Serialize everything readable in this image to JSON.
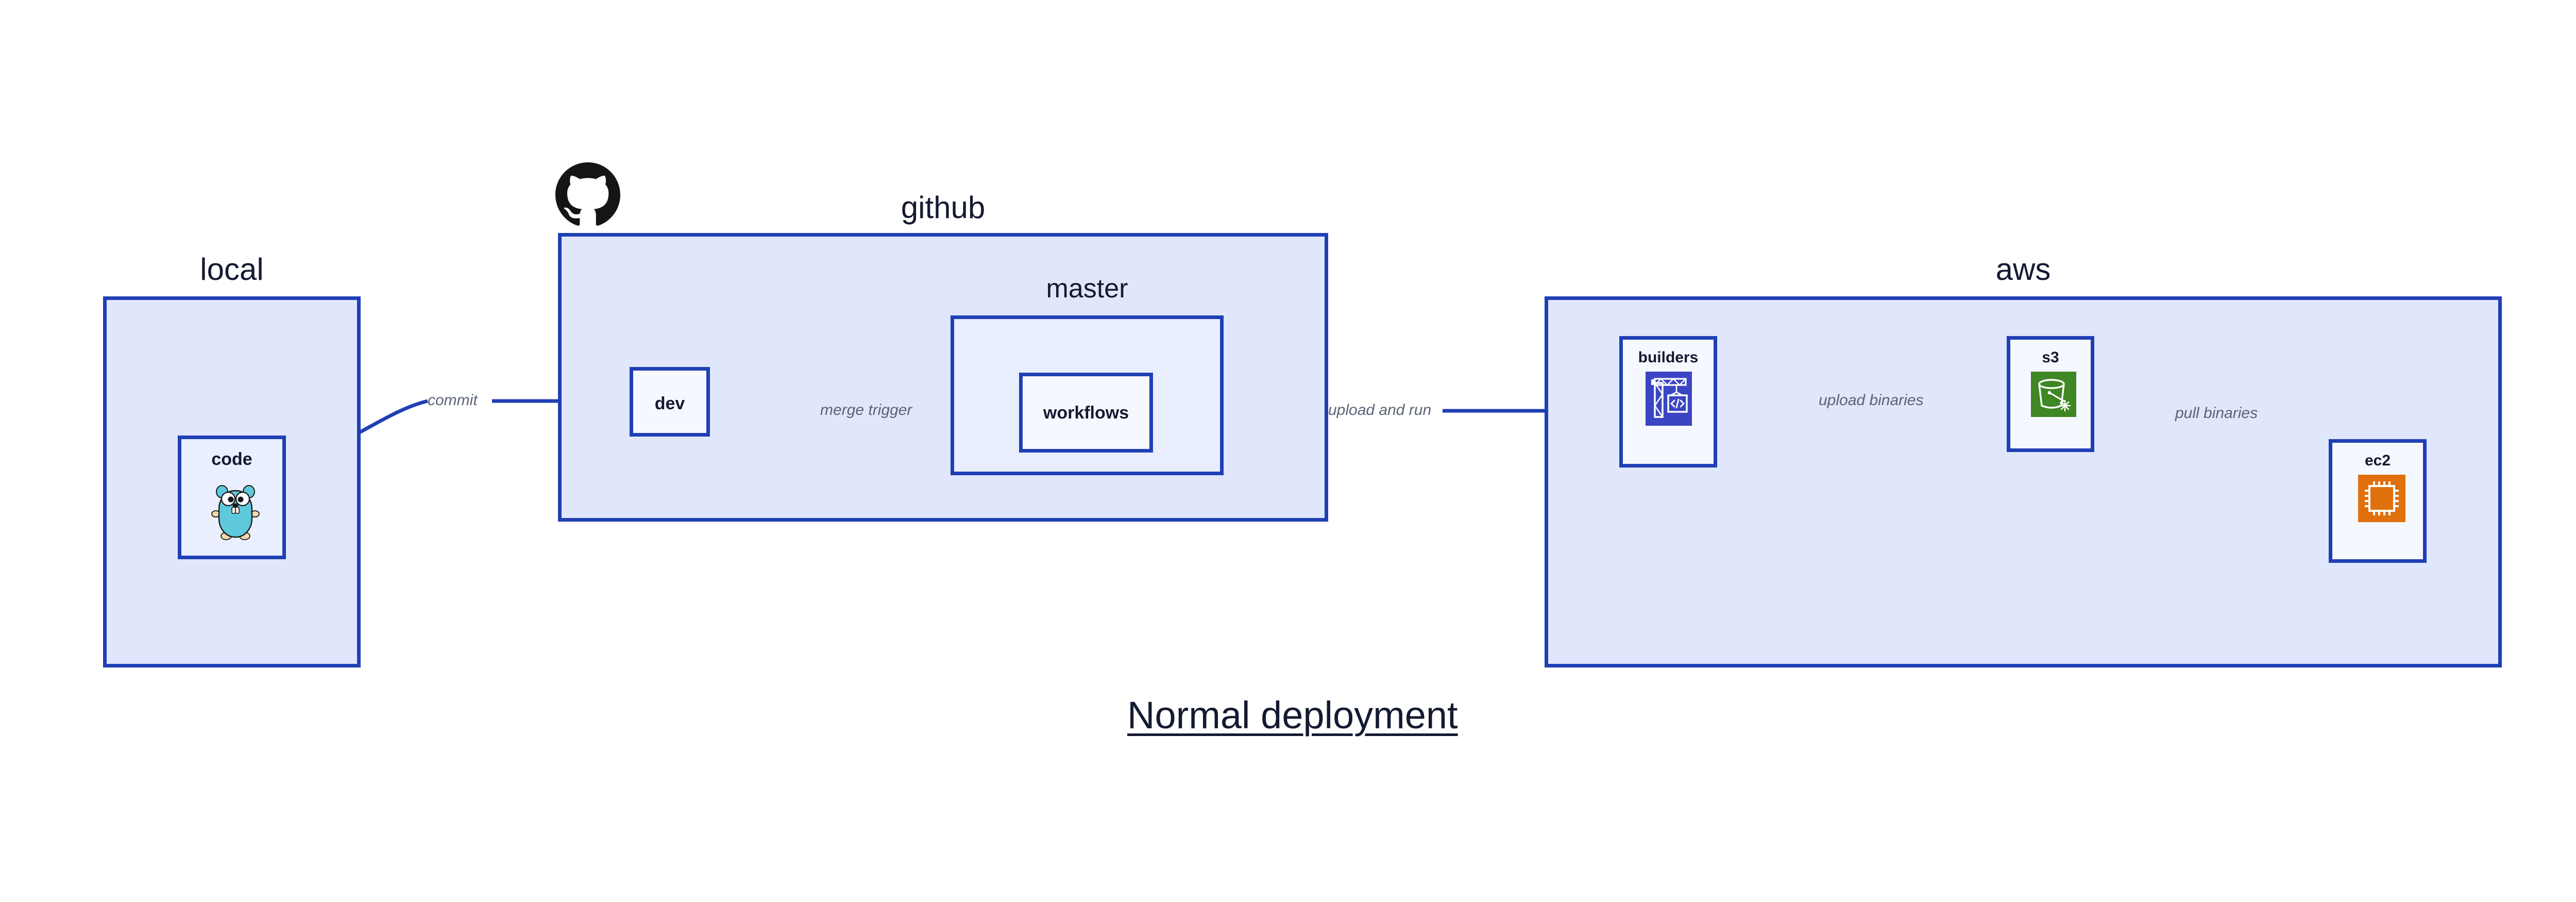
{
  "diagram": {
    "title": "Normal deployment",
    "accent_border": "#1f3fb5",
    "group_fill": "#e0e6fb",
    "subgroup_fill": "#e9eeff",
    "node_fill": "#eaefff",
    "label_color": "#141a31",
    "edge_label_color": "#5a6475"
  },
  "groups": {
    "local": {
      "label": "local"
    },
    "github": {
      "label": "github"
    },
    "master": {
      "label": "master"
    },
    "aws": {
      "label": "aws"
    }
  },
  "nodes": {
    "code": {
      "label": "code",
      "icon": "go-gopher-icon"
    },
    "dev": {
      "label": "dev"
    },
    "workflows": {
      "label": "workflows"
    },
    "builders": {
      "label": "builders",
      "icon": "crane-code-icon",
      "icon_color": "#3b45c4"
    },
    "s3": {
      "label": "s3",
      "icon": "s3-bucket-icon",
      "icon_color": "#3f8624"
    },
    "ec2": {
      "label": "ec2",
      "icon": "cpu-chip-icon",
      "icon_color": "#e0700d"
    }
  },
  "edges": {
    "commit": {
      "label": "commit",
      "from": "code",
      "to": "dev"
    },
    "merge_trigger": {
      "label": "merge trigger",
      "from": "dev",
      "to": "workflows"
    },
    "upload_and_run": {
      "label": "upload and run",
      "from": "workflows",
      "to": "builders"
    },
    "upload_binaries": {
      "label": "upload binaries",
      "from": "builders",
      "to": "s3"
    },
    "pull_binaries": {
      "label": "pull binaries",
      "from": "s3",
      "to": "ec2"
    }
  },
  "brand": {
    "github_logo": "github-octocat-icon"
  }
}
